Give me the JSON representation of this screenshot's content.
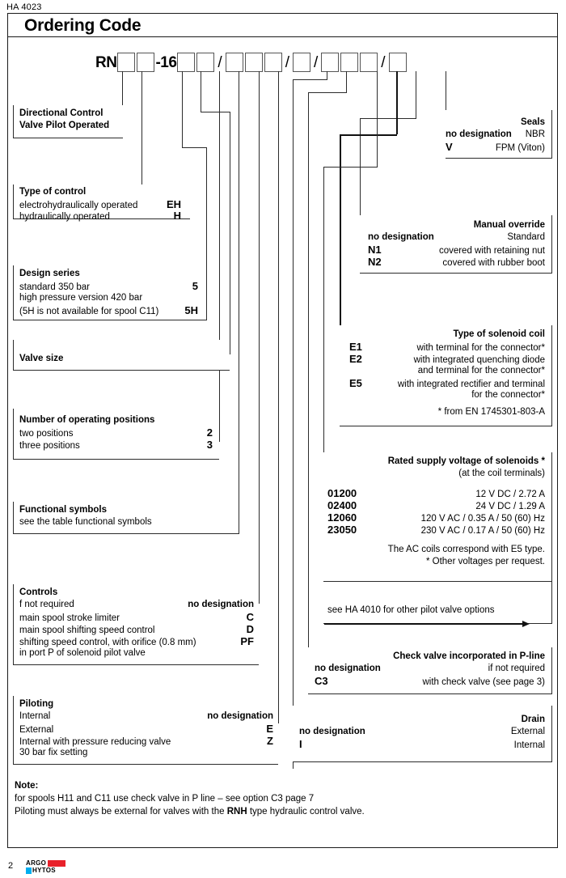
{
  "document": {
    "code": "HA 4023",
    "page_number": "2",
    "title": "Ordering Code"
  },
  "ordering_code": {
    "prefix": "RN",
    "size_literal": "-16",
    "separator": "/",
    "sequence": [
      "RN",
      "box",
      "box",
      "-16",
      "box",
      "box",
      "/",
      "box",
      "box",
      "box",
      "/",
      "box",
      "/",
      "box",
      "box",
      "box",
      "/",
      "box"
    ]
  },
  "left_sections": [
    {
      "id": "directional-control",
      "heading_line1": "Directional Control",
      "heading_line2": "Valve Pilot Operated",
      "rows": []
    },
    {
      "id": "type-of-control",
      "heading": "Type of control",
      "rows": [
        {
          "label": "electrohydraulically operated",
          "code": "EH"
        },
        {
          "label": "hydraulically operated",
          "code": "H"
        }
      ]
    },
    {
      "id": "design-series",
      "heading": "Design series",
      "rows": [
        {
          "label": "standard 350 bar",
          "code": "5"
        },
        {
          "label": "high pressure version 420 bar",
          "code": ""
        },
        {
          "label": "(5H is not available for spool C11)",
          "code": "5H"
        }
      ]
    },
    {
      "id": "valve-size",
      "heading": "Valve size",
      "rows": []
    },
    {
      "id": "number-of-operating-positions",
      "heading": "Number of operating positions",
      "rows": [
        {
          "label": "two positions",
          "code": "2"
        },
        {
          "label": "three positions",
          "code": "3"
        }
      ]
    },
    {
      "id": "functional-symbols",
      "heading": "Functional symbols",
      "rows": [
        {
          "label": "see the table functional symbols",
          "code": ""
        }
      ]
    },
    {
      "id": "controls",
      "heading": "Controls",
      "rows": [
        {
          "label": "f not required",
          "code": "no designation"
        },
        {
          "label": "main spool stroke limiter",
          "code": "C"
        },
        {
          "label": "main spool shifting speed control",
          "code": "D"
        },
        {
          "label": "shifting speed control, with orifice (0.8 mm)",
          "code": "PF"
        },
        {
          "label": "in port P of solenoid pilot valve",
          "code": ""
        }
      ]
    },
    {
      "id": "piloting",
      "heading": "Piloting",
      "rows": [
        {
          "label": "Internal",
          "code": "no designation"
        },
        {
          "label": "External",
          "code": "E"
        },
        {
          "label": "Internal with pressure reducing valve",
          "code": "Z"
        },
        {
          "label": "30 bar fix setting",
          "code": ""
        }
      ]
    }
  ],
  "right_sections": [
    {
      "id": "seals",
      "heading": "Seals",
      "rows": [
        {
          "code": "no designation",
          "label": "NBR"
        },
        {
          "code": "V",
          "label": "FPM (Viton)"
        }
      ]
    },
    {
      "id": "manual-override",
      "heading": "Manual override",
      "rows": [
        {
          "code": "no designation",
          "label": "Standard"
        },
        {
          "code": "N1",
          "label": "covered with retaining nut"
        },
        {
          "code": "N2",
          "label": "covered with rubber boot"
        }
      ]
    },
    {
      "id": "type-of-solenoid-coil",
      "heading": "Type of solenoid coil",
      "rows": [
        {
          "code": "E1",
          "label": "with terminal for the connector*"
        },
        {
          "code": "E2",
          "label": "with integrated quenching diode"
        },
        {
          "code": "",
          "label": "and terminal  for the connector*"
        },
        {
          "code": "E5",
          "label": "with integrated rectifier and terminal"
        },
        {
          "code": "",
          "label": "for the connector*"
        }
      ],
      "footnote": "* from EN 1745301-803-A"
    },
    {
      "id": "rated-supply-voltage",
      "heading": "Rated supply voltage of solenoids *",
      "subheading": "(at the coil terminals)",
      "rows": [
        {
          "code": "01200",
          "label": "12 V DC / 2.72 A"
        },
        {
          "code": "02400",
          "label": "24 V DC / 1.29 A"
        },
        {
          "code": "12060",
          "label": "120 V AC / 0.35 A / 50 (60) Hz"
        },
        {
          "code": "23050",
          "label": "230 V AC / 0.17 A / 50 (60) Hz"
        }
      ],
      "note1": "The AC coils correspond with E5 type.",
      "note2": "*  Other voltages per request."
    },
    {
      "id": "pilot-valve-options",
      "text": "see HA 4010 for other pilot valve options"
    },
    {
      "id": "check-valve",
      "heading": "Check valve incorporated in P-line",
      "rows": [
        {
          "code": "no designation",
          "label": "if not required"
        },
        {
          "code": "C3",
          "label": "with check valve (see page 3)"
        }
      ]
    },
    {
      "id": "drain",
      "heading": "Drain",
      "rows": [
        {
          "code": "no designation",
          "label": "External"
        },
        {
          "code": "I",
          "label": "Internal"
        }
      ]
    }
  ],
  "note": {
    "title": "Note:",
    "line1": "for spools H11 and C11 use check valve in P line – see option C3 page 7",
    "line2_pre": "Piloting must always be external for valves with the ",
    "line2_bold": "RNH",
    "line2_post": " type hydraulic control valve."
  },
  "logo": {
    "word1": "ARGO",
    "word2": "HYTOS",
    "color1": "#e8212b",
    "color2": "#00aeef"
  }
}
